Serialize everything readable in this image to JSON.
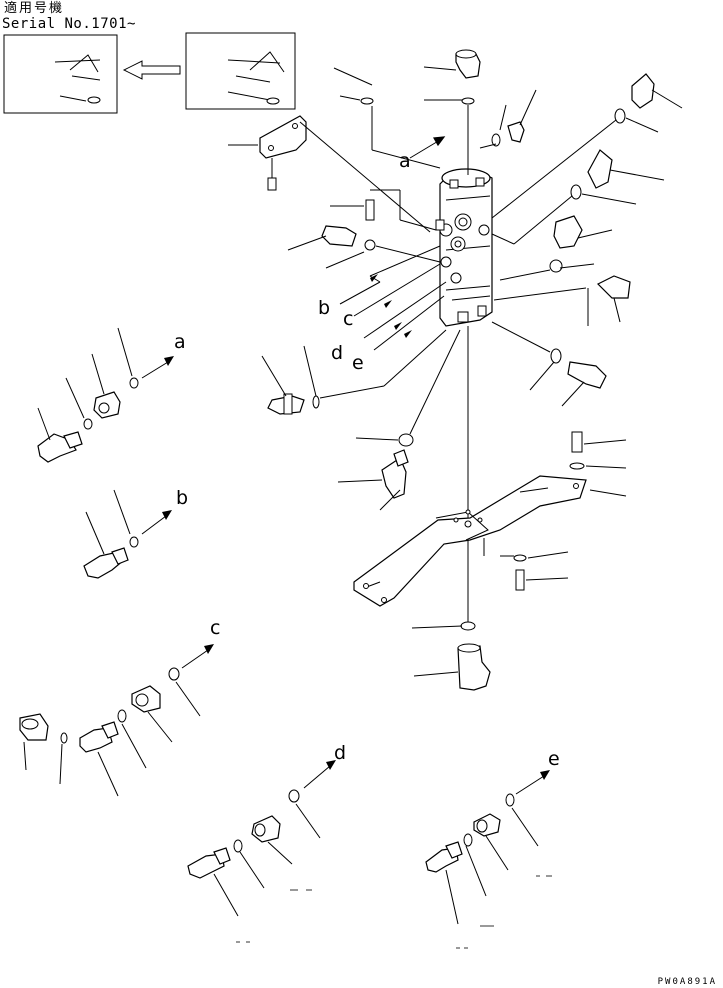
{
  "header": {
    "applicable_models": "適用号機",
    "serial_range": "Serial No.1701~"
  },
  "callouts": {
    "a": "a",
    "b": "b",
    "c": "c",
    "d": "d",
    "e": "e"
  },
  "drawing_code": "PW0A891A",
  "colors": {
    "ink": "#000000",
    "paper": "#ffffff"
  }
}
